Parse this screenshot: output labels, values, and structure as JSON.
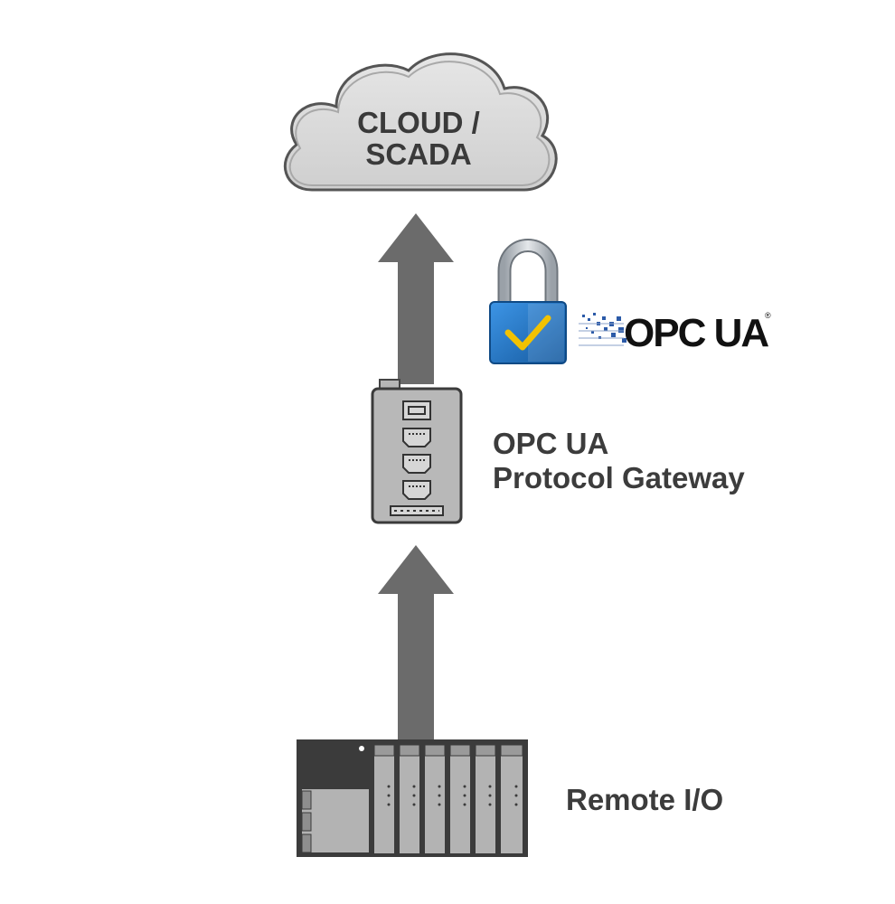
{
  "cloud": {
    "line1": "CLOUD /",
    "line2": "SCADA",
    "fill": "#d9d9d9",
    "stroke": "#6e6e6e"
  },
  "opc_logo": {
    "text": "OPC UA",
    "registered": "®",
    "dots_color": "#2b5aa8"
  },
  "lock": {
    "body_color": "#1f6fc4",
    "check_color": "#f2c200",
    "shackle_color": "#b9bfc6"
  },
  "gateway": {
    "label_line1": "OPC UA",
    "label_line2": "Protocol Gateway"
  },
  "remote_io": {
    "label": "Remote I/O"
  },
  "arrows": {
    "color": "#6b6b6b"
  }
}
